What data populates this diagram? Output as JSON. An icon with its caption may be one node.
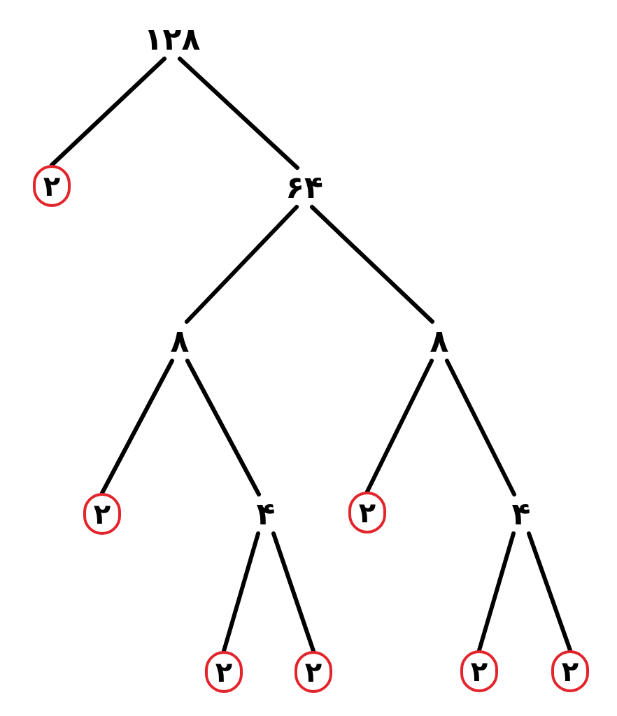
{
  "diagram": {
    "nodes": [
      {
        "text": [
          "۱۲۸"
        ]
      },
      {
        "text": [
          "۲"
        ]
      },
      {
        "text": [
          "۶۴"
        ]
      },
      {
        "text": [
          "۸"
        ]
      },
      {
        "text": [
          "۸"
        ]
      },
      {
        "text": [
          "۲"
        ]
      },
      {
        "text": [
          "۴"
        ]
      },
      {
        "text": [
          "۲"
        ]
      },
      {
        "text": [
          "۴"
        ]
      },
      {
        "text": [
          "۲"
        ]
      },
      {
        "text": [
          "۲"
        ]
      },
      {
        "text": [
          "۲"
        ]
      },
      {
        "text": [
          "۲"
        ]
      }
    ],
    "edges": [
      {
        "from": 0,
        "to": 1,
        "arrow": "none"
      },
      {
        "from": 0,
        "to": 2,
        "arrow": "none"
      },
      {
        "from": 2,
        "to": 3,
        "arrow": "none"
      },
      {
        "from": 2,
        "to": 4,
        "arrow": "none"
      },
      {
        "from": 3,
        "to": 5,
        "arrow": "none"
      },
      {
        "from": 3,
        "to": 6,
        "arrow": "none"
      },
      {
        "from": 4,
        "to": 7,
        "arrow": "none"
      },
      {
        "from": 4,
        "to": 8,
        "arrow": "none"
      },
      {
        "from": 6,
        "to": 9,
        "arrow": "none"
      },
      {
        "from": 6,
        "to": 10,
        "arrow": "none"
      },
      {
        "from": 8,
        "to": 11,
        "arrow": "none"
      },
      {
        "from": 8,
        "to": 12,
        "arrow": "none"
      }
    ]
  }
}
